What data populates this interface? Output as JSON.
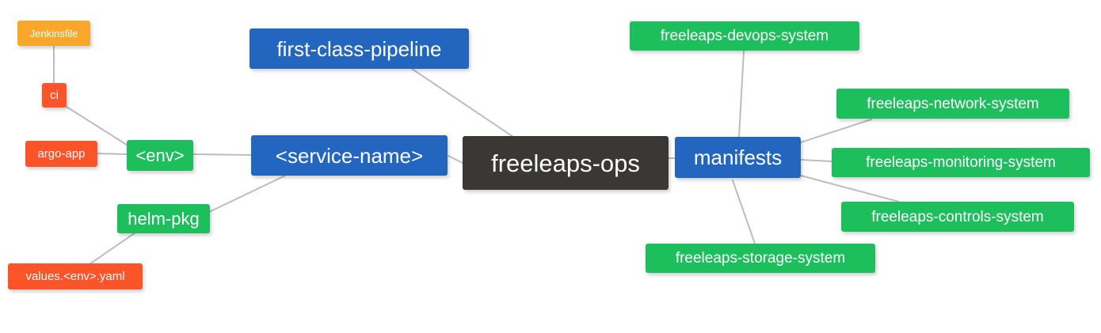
{
  "diagram": {
    "type": "mind-map",
    "title": "freeleaps-ops",
    "background": "#ffffff",
    "edge_color": "#bdbdbd",
    "palette": {
      "root": "#3b3734",
      "blue": "#2266c0",
      "green": "#1dbf5c",
      "orange": "#f9a72b",
      "red": "#fa5428",
      "text": "#ffffff"
    },
    "nodes": [
      {
        "id": "freeleaps-ops",
        "label": "freeleaps-ops",
        "color": "root",
        "level": 0
      },
      {
        "id": "service-name",
        "label": "<service-name>",
        "color": "blue",
        "level": 1
      },
      {
        "id": "manifests",
        "label": "manifests",
        "color": "blue",
        "level": 1
      },
      {
        "id": "first-class-pipeline",
        "label": "first-class-pipeline",
        "color": "blue",
        "level": 1
      },
      {
        "id": "env",
        "label": "<env>",
        "color": "green",
        "level": 2
      },
      {
        "id": "helm-pkg",
        "label": "helm-pkg",
        "color": "green",
        "level": 2
      },
      {
        "id": "ci",
        "label": "ci",
        "color": "red",
        "level": 3
      },
      {
        "id": "argo-app",
        "label": "argo-app",
        "color": "red",
        "level": 3
      },
      {
        "id": "jenkinsfile",
        "label": "Jenkinsfile",
        "color": "orange",
        "level": 4
      },
      {
        "id": "values-env-yaml",
        "label": "values.<env>.yaml",
        "color": "red",
        "level": 3
      },
      {
        "id": "freeleaps-devops-system",
        "label": "freeleaps-devops-system",
        "color": "green",
        "level": 2
      },
      {
        "id": "freeleaps-network-system",
        "label": "freeleaps-network-system",
        "color": "green",
        "level": 2
      },
      {
        "id": "freeleaps-monitoring-system",
        "label": "freeleaps-monitoring-system",
        "color": "green",
        "level": 2
      },
      {
        "id": "freeleaps-controls-system",
        "label": "freeleaps-controls-system",
        "color": "green",
        "level": 2
      },
      {
        "id": "freeleaps-storage-system",
        "label": "freeleaps-storage-system",
        "color": "green",
        "level": 2
      }
    ],
    "edges": [
      {
        "from": "freeleaps-ops",
        "to": "service-name"
      },
      {
        "from": "freeleaps-ops",
        "to": "manifests"
      },
      {
        "from": "freeleaps-ops",
        "to": "first-class-pipeline"
      },
      {
        "from": "service-name",
        "to": "env"
      },
      {
        "from": "service-name",
        "to": "helm-pkg"
      },
      {
        "from": "env",
        "to": "ci"
      },
      {
        "from": "env",
        "to": "argo-app"
      },
      {
        "from": "ci",
        "to": "jenkinsfile"
      },
      {
        "from": "helm-pkg",
        "to": "values-env-yaml"
      },
      {
        "from": "manifests",
        "to": "freeleaps-devops-system"
      },
      {
        "from": "manifests",
        "to": "freeleaps-network-system"
      },
      {
        "from": "manifests",
        "to": "freeleaps-monitoring-system"
      },
      {
        "from": "manifests",
        "to": "freeleaps-controls-system"
      },
      {
        "from": "manifests",
        "to": "freeleaps-storage-system"
      }
    ]
  }
}
